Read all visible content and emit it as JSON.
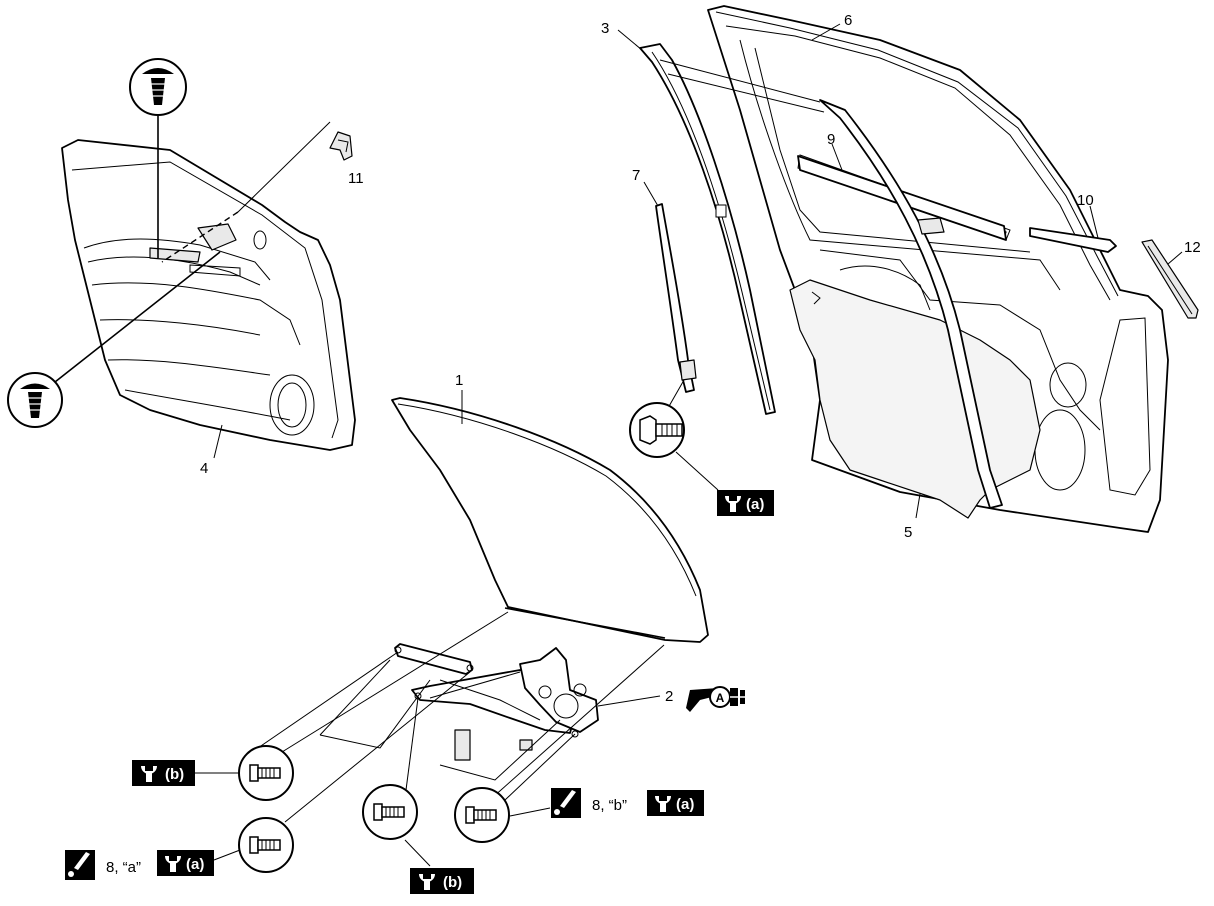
{
  "diagram": {
    "part_numbers": {
      "p1": "1",
      "p2": "2",
      "p3": "3",
      "p4": "4",
      "p5": "5",
      "p6": "6",
      "p7": "7",
      "p8": "8",
      "p9": "9",
      "p10": "10",
      "p11": "11",
      "p12": "12"
    },
    "torque_badges": {
      "a_label": "(a)",
      "b_label": "(b)"
    },
    "lubrication_notes": {
      "upper_note": "8, “b”",
      "lower_note": "8, “a”"
    },
    "grease_symbol": {
      "letter": "A"
    },
    "icon_names": [
      "trim-clip-icon",
      "bolt-icon",
      "flange-bolt-icon",
      "wrench-torque-icon",
      "grease-brush-icon",
      "grease-gun-icon"
    ],
    "colors": {
      "ink": "#000000",
      "paper": "#ffffff"
    }
  }
}
